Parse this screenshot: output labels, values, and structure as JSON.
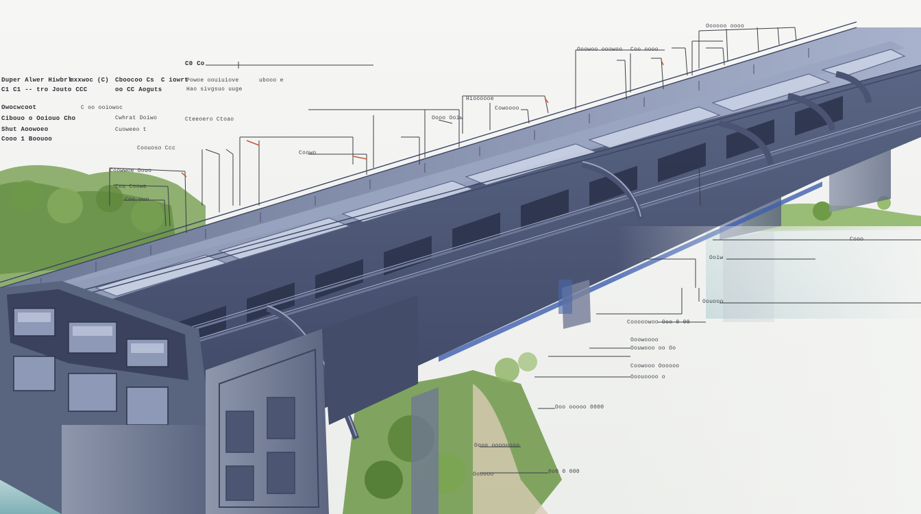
{
  "diagram": {
    "title": "",
    "colors": {
      "steel": "#4f5a78",
      "steel_dark": "#2e3650",
      "steel_light": "#8f9ab8",
      "glass": "#b8c3da",
      "vegetation": "#6f9a4a",
      "water": "#9fc4c9",
      "paper": "#f3f4f2",
      "leader": "#3a3d44",
      "accent": "#c9552f"
    },
    "labels": [
      "C0 Co",
      "Duper Alwer Hiwbrl",
      "mxxwoc (C)",
      "Cboocoo Cs",
      "C iowrt",
      "C1 C1 -- tro Jouto CCC",
      "oo CC Aoguts",
      "Powoe oouiuiove",
      "ubooo e",
      "Hao sivgsuo uuge",
      "Owocwcoot",
      "C oo ooiowoc",
      "Cibouo o Ooiouo Cho",
      "Cwhrat Doiwo",
      "Cteeoero Ctoao",
      "Shut Aoowoeo",
      "Cuoweeo t",
      "Cooo 1 Boouoo",
      "Coouoso Ccc",
      "Coowo",
      "Coowwoe Oouo",
      "Cou Coowe",
      "Coo ouo",
      "Hioooooe",
      "Cowoooo",
      "Oooo Ooiw",
      "Ooowoo ooowoo",
      "Coo oooo",
      "Oooooo oooo",
      "Cooo",
      "Ooiw",
      "Oouooo",
      "Cooooowoo Ooo 0 00",
      "Ooowoooo",
      "Oouwooo oo Oo",
      "Coowooo Oooooo",
      "Ooouoooo o",
      "Ooo ooooo 0000",
      "Oooo oooooooo",
      "Oooooo",
      "0o0 0 000"
    ]
  }
}
